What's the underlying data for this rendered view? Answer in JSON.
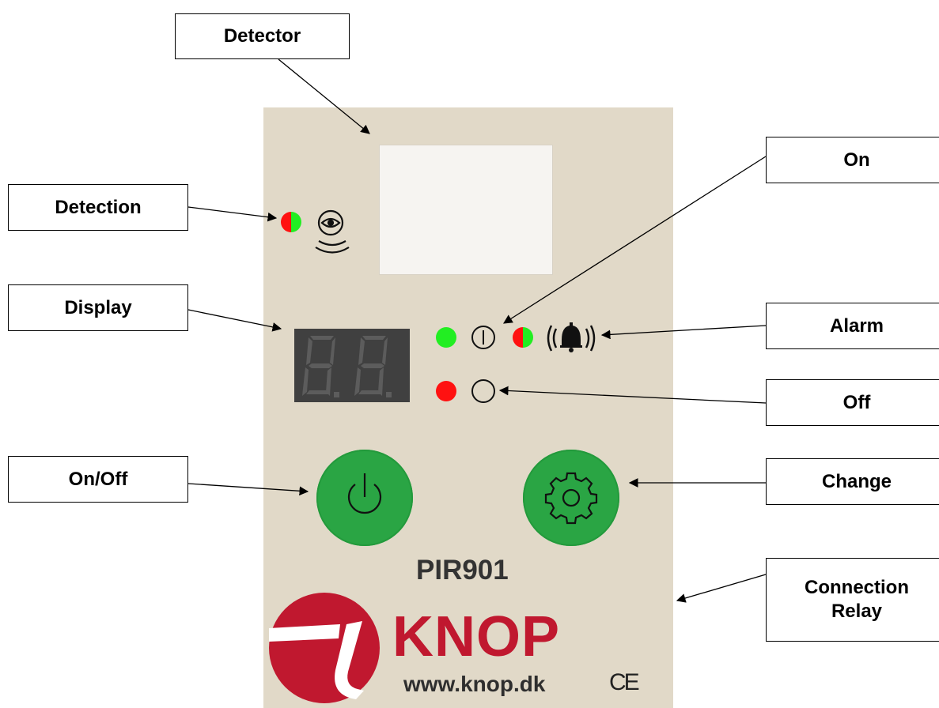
{
  "labels": {
    "detector": "Detector",
    "detection": "Detection",
    "display": "Display",
    "on_off": "On/Off",
    "on": "On",
    "alarm": "Alarm",
    "off": "Off",
    "change": "Change",
    "connection_relay": "Connection\nRelay"
  },
  "device": {
    "model": "PIR901",
    "brand": "KNOP",
    "url": "www.knop.dk",
    "ce_mark": "CE",
    "display_value": "8.8."
  },
  "colors": {
    "panel": "#e1d9c8",
    "led_green": "#22ee22",
    "led_red": "#ff1111",
    "button_green": "#2aa544",
    "brand_red": "#c0182f"
  },
  "icons": [
    "detection-eye-icon",
    "power-on-icon",
    "alarm-bell-icon",
    "off-ring-icon",
    "power-icon",
    "gear-icon",
    "knop-logo"
  ]
}
